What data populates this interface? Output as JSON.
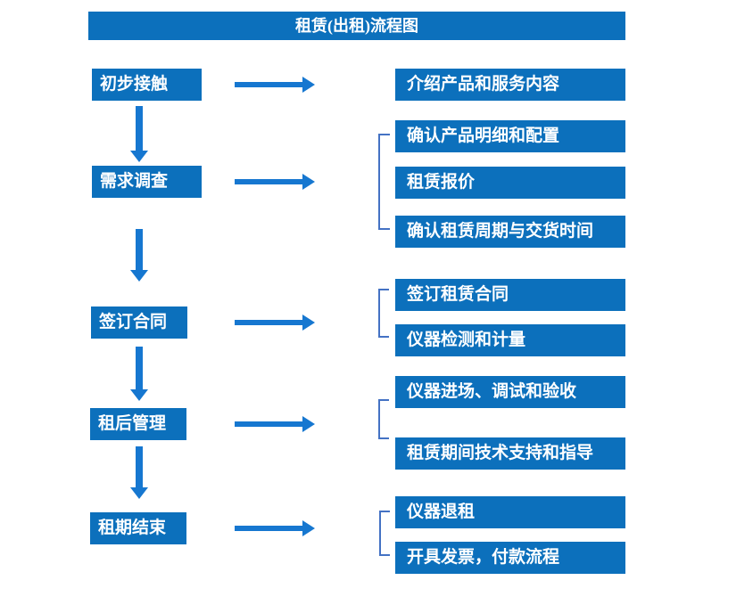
{
  "title": "租赁(出租)流程图",
  "colors": {
    "box_blue": "#0C70BC",
    "arrow_blue": "#1677D0",
    "bracket_blue": "#4472C4",
    "text_white": "#FFFFFF"
  },
  "steps": [
    {
      "label": "初步接触"
    },
    {
      "label": "需求调查"
    },
    {
      "label": "签订合同"
    },
    {
      "label": "租后管理"
    },
    {
      "label": "租期结束"
    }
  ],
  "details": [
    {
      "label": "介绍产品和服务内容"
    },
    {
      "label": "确认产品明细和配置"
    },
    {
      "label": "租赁报价"
    },
    {
      "label": "确认租赁周期与交货时间"
    },
    {
      "label": "签订租赁合同"
    },
    {
      "label": "仪器检测和计量"
    },
    {
      "label": "仪器进场、调试和验收"
    },
    {
      "label": "租赁期间技术支持和指导"
    },
    {
      "label": "仪器退租"
    },
    {
      "label": "开具发票，付款流程"
    }
  ]
}
